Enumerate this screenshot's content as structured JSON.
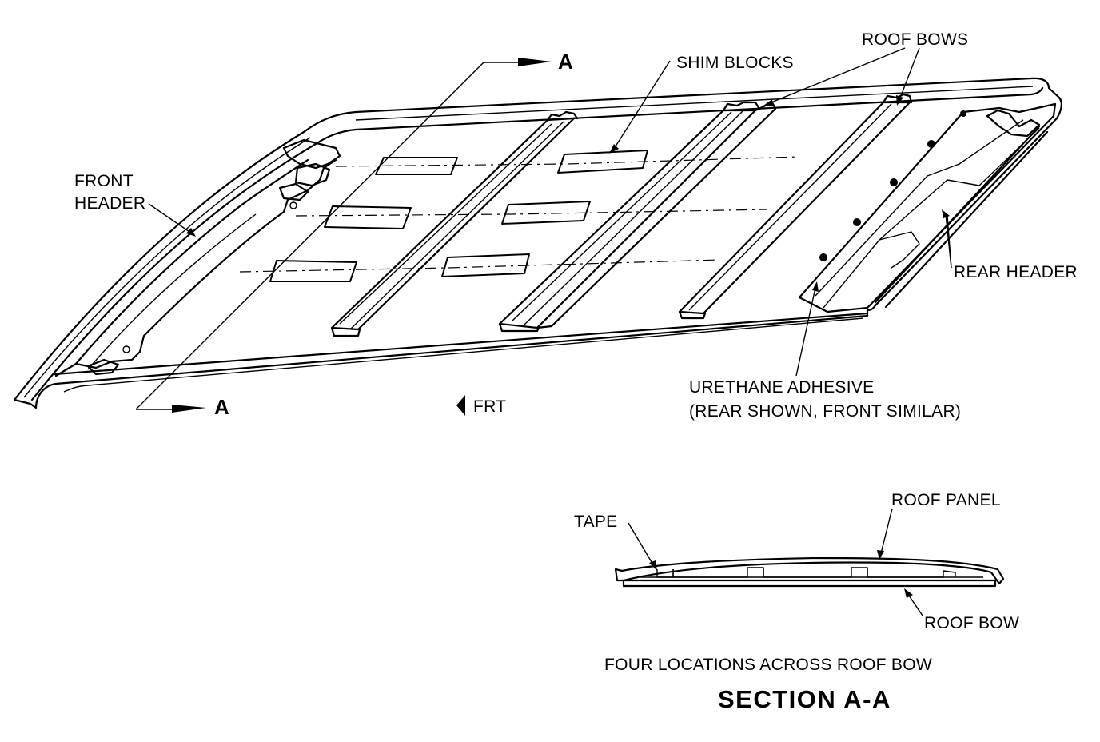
{
  "labels": {
    "shim_blocks": "SHIM BLOCKS",
    "roof_bows": "ROOF BOWS",
    "front_header_1": "FRONT",
    "front_header_2": "HEADER",
    "rear_header": "REAR HEADER",
    "urethane_1": "URETHANE ADHESIVE",
    "urethane_2": "(REAR SHOWN, FRONT SIMILAR)",
    "frt": "FRT",
    "section_mark_top": "A",
    "section_mark_bottom": "A",
    "tape": "TAPE",
    "roof_panel": "ROOF PANEL",
    "roof_bow": "ROOF BOW",
    "four_locations": "FOUR LOCATIONS ACROSS ROOF BOW",
    "section_title": "SECTION A-A"
  },
  "icons": {
    "section_arrow": "arrow-right-icon",
    "front_direction": "arrow-left-icon"
  },
  "colors": {
    "ink": "#000000",
    "paper": "#ffffff"
  }
}
